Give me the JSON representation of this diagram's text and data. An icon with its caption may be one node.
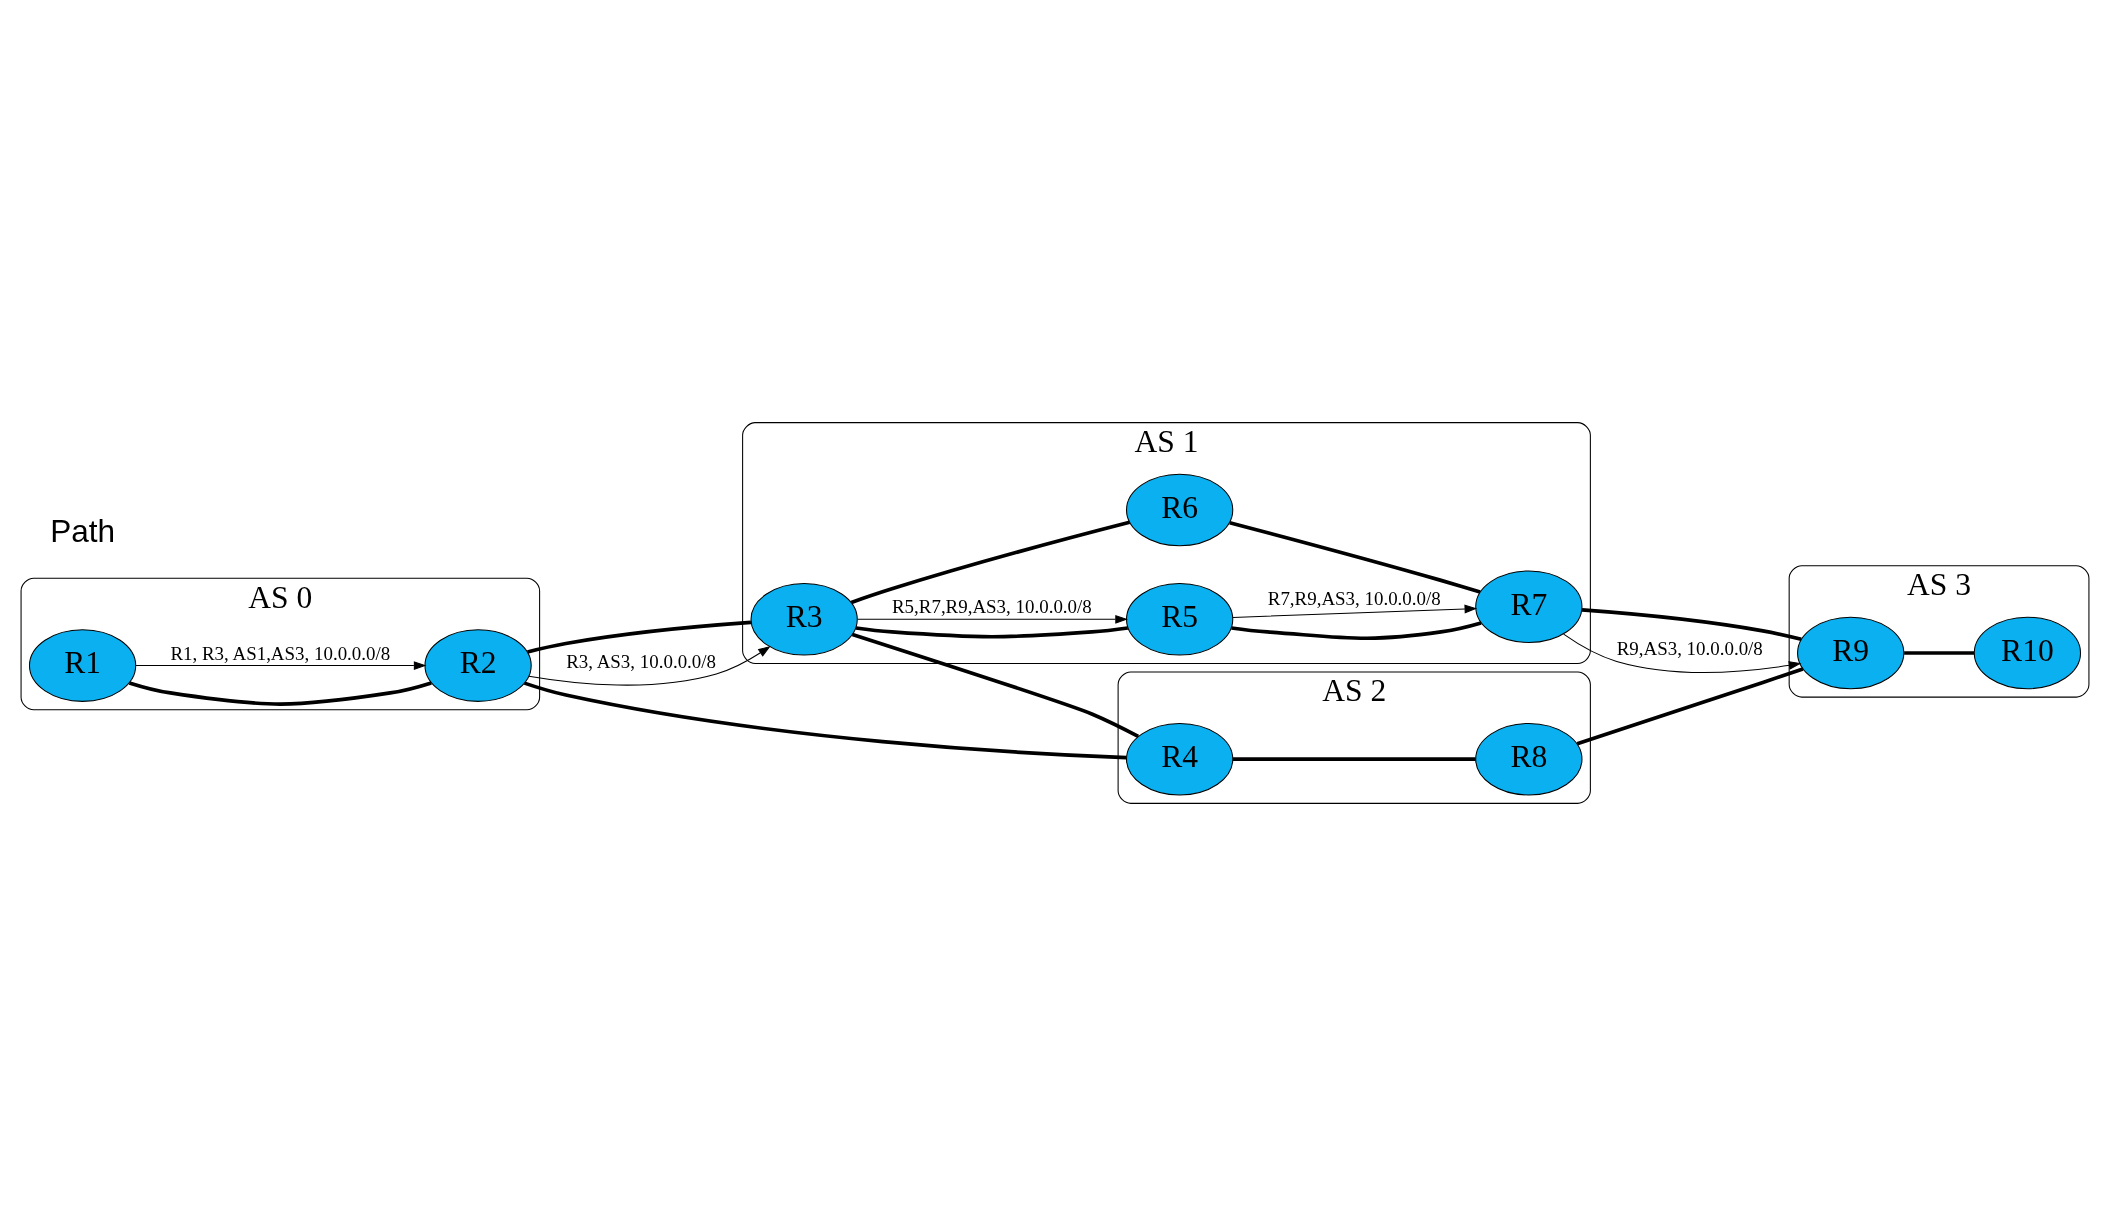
{
  "diagram": {
    "nodes": [
      {
        "text": [
          "AS 1"
        ]
      },
      {
        "text": [
          "R5"
        ],
        "in": 0
      },
      {
        "text": [
          "R7"
        ],
        "in": 0
      },
      {
        "text": [
          "R3"
        ],
        "in": 0
      },
      {
        "text": [
          "R6"
        ],
        "in": 0
      },
      {
        "text": [
          "AS 3"
        ]
      },
      {
        "text": [
          "R9"
        ],
        "in": 5
      },
      {
        "text": [
          "AS 0"
        ]
      },
      {
        "text": [
          "R1"
        ],
        "in": 7
      },
      {
        "text": [
          "R2"
        ],
        "in": 7
      },
      {
        "text": [
          "R10"
        ],
        "in": 5
      },
      {
        "text": [
          "AS 2"
        ]
      },
      {
        "text": [
          "R4"
        ],
        "in": 11
      },
      {
        "text": [
          "R8"
        ],
        "in": 11
      }
    ],
    "edges": [
      {
        "from": 8,
        "to": 9,
        "arrow": "none"
      },
      {
        "from": 8,
        "to": 9,
        "arrow": "to",
        "label": "R1, R3, AS1,AS3, 10.0.0.0/8"
      },
      {
        "from": 9,
        "to": 3,
        "arrow": "none"
      },
      {
        "from": 9,
        "to": 3,
        "arrow": "to",
        "label": "R3, AS3, 10.0.0.0/8"
      },
      {
        "from": 9,
        "to": 12,
        "arrow": "none"
      },
      {
        "from": 3,
        "to": 1,
        "arrow": "none"
      },
      {
        "from": 3,
        "to": 1,
        "arrow": "to",
        "label": "R5,R7,R9,AS3, 10.0.0.0/8"
      },
      {
        "from": 3,
        "to": 4,
        "arrow": "none"
      },
      {
        "from": 3,
        "to": 12,
        "arrow": "none"
      },
      {
        "from": 1,
        "to": 2,
        "arrow": "none"
      },
      {
        "from": 1,
        "to": 2,
        "arrow": "to",
        "label": "R7,R9,AS3, 10.0.0.0/8"
      },
      {
        "from": 4,
        "to": 2,
        "arrow": "none"
      },
      {
        "from": 2,
        "to": 6,
        "arrow": "none"
      },
      {
        "from": 2,
        "to": 6,
        "arrow": "to",
        "label": "R9,AS3, 10.0.0.0/8"
      },
      {
        "from": 12,
        "to": 13,
        "arrow": "none"
      },
      {
        "from": 13,
        "to": 6,
        "arrow": "none"
      },
      {
        "from": 6,
        "to": 10,
        "arrow": "none"
      }
    ],
    "labels": [
      "Path"
    ]
  }
}
